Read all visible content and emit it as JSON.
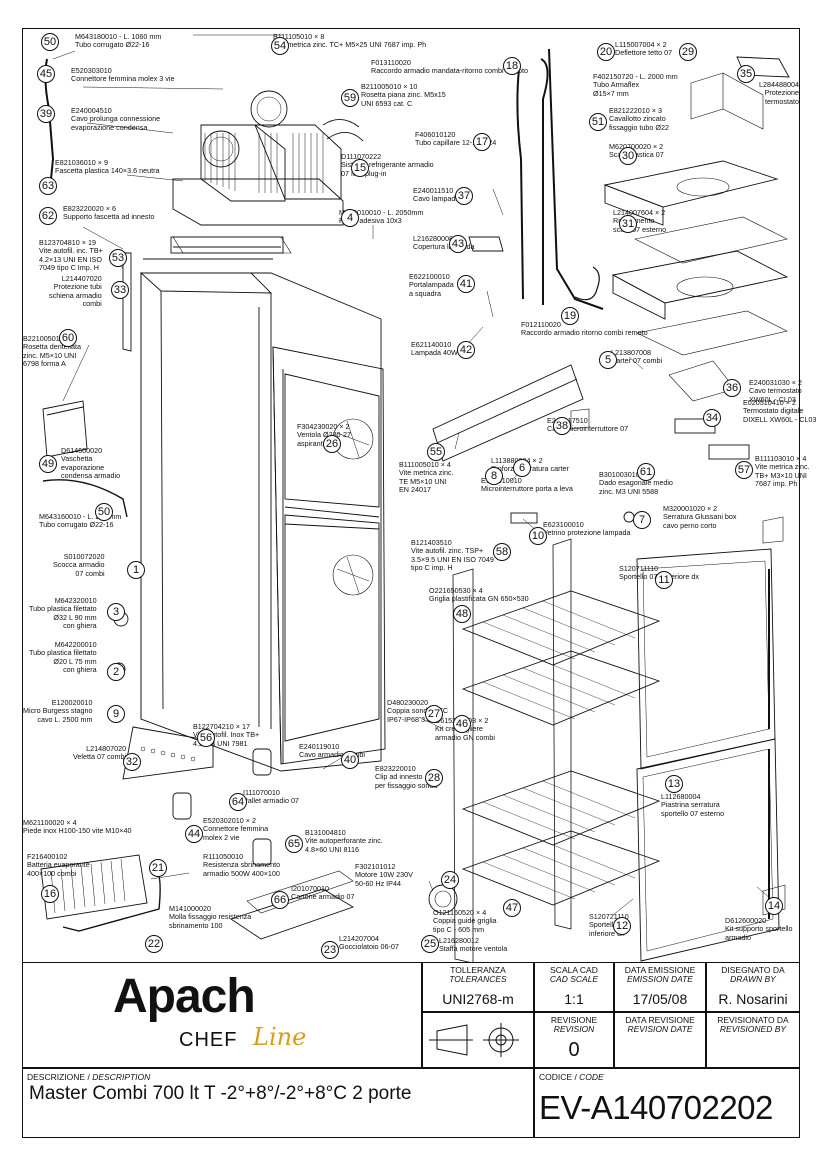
{
  "parts": [
    {
      "n": "50",
      "code": "M643180010 - L. 1060 mm",
      "desc": "Tubo corrugato Ø22-16"
    },
    {
      "n": "45",
      "code": "E520303010",
      "desc": "Connettore femmina molex 3 vie"
    },
    {
      "n": "39",
      "code": "E240004510",
      "desc": "Cavo prolunga connessione\nevaporazione condensa"
    },
    {
      "n": "63",
      "code": "E821036010 × 9",
      "desc": "Fascetta plastica 140×3.6 neutra"
    },
    {
      "n": "62",
      "code": "E823220020 × 6",
      "desc": "Supporto fascetta ad innesto"
    },
    {
      "n": "53",
      "code": "B123704810 × 19",
      "desc": "Vite autofil. inc. TB+\n4.2×13 UNI EN ISO\n7049 tipo C Imp. H"
    },
    {
      "n": "33",
      "code": "L214407020",
      "desc": "Protezione tubi\nschiena armadio\ncombi"
    },
    {
      "n": "60",
      "code": "B221005010 × 2",
      "desc": "Rosetta dentellata\nzinc. M5×10 UNI\n6798 forma A"
    },
    {
      "n": "49",
      "code": "D614600020",
      "desc": "Vaschetta\nevaporazione\ncondensa armadio"
    },
    {
      "n": "50",
      "code": "M643160010 - L. 250 mm",
      "desc": "Tubo corrugato Ø22-16"
    },
    {
      "n": "1",
      "code": "S010072020",
      "desc": "Scocca armadio\n07 combi"
    },
    {
      "n": "3",
      "code": "M642320010",
      "desc": "Tubo plastica filettato\nØ32 L 90 mm\ncon ghiera"
    },
    {
      "n": "2",
      "code": "M642200010",
      "desc": "Tubo plastica filettato\nØ20 L 75 mm\ncon ghiera"
    },
    {
      "n": "9",
      "code": "E120020010",
      "desc": "Micro Burgess stagno\ncavo L. 2500 mm"
    },
    {
      "n": "32",
      "code": "L214807020",
      "desc": "Veletta 07 combi"
    },
    {
      "n": "56",
      "code": "B122704210 × 17",
      "desc": "Vite autofil. Inox TB+\n4.2×13 UNI 7981"
    },
    {
      "n": "64",
      "code": "I111070010",
      "desc": "Pallet armadio 07"
    },
    {
      "n": "44",
      "code": "E520302010 × 2",
      "desc": "Connettore femmina\nmolex 2 vie"
    },
    {
      "n": "65",
      "code": "B131004810",
      "desc": "Vite autoperforante zinc.\n4.8×60 UNI 8116"
    },
    {
      "n": "40",
      "code": "E240119010",
      "desc": "Cavo armadio combi"
    },
    {
      "n": "",
      "code": "M621100020 × 4",
      "desc": "Piede inox H100-150 vite M10×40"
    },
    {
      "n": "21",
      "code": "R111050010",
      "desc": "Resistenza sbrinamento\narmadio 500W 400×100"
    },
    {
      "n": "16",
      "code": "F216400102",
      "desc": "Batteria evaporante\n400×100 combi"
    },
    {
      "n": "66",
      "code": "I201070010",
      "desc": "Cartone armadio 07"
    },
    {
      "n": "22",
      "code": "M141000020",
      "desc": "Molla fissaggio resistenza\nsbrinamento 100"
    },
    {
      "n": "23",
      "code": "L214207004",
      "desc": "Gocciolatoio 06-07"
    },
    {
      "n": "25",
      "code": "L216280012",
      "desc": "Staffa motore ventola"
    },
    {
      "n": "24",
      "code": "F302101012",
      "desc": "Motore 10W 230V\n50-60 Hz IP44"
    },
    {
      "n": "54",
      "code": "B111105010 × 8",
      "desc": "Vite metrica zinc. TC+ M5×25 UNI 7687 imp. Ph"
    },
    {
      "n": "18",
      "code": "F013110020",
      "desc": "Raccordo armadio mandata-ritorno combi remoto"
    },
    {
      "n": "59",
      "code": "B211005010 × 10",
      "desc": "Rosetta piana zinc. M5x15\nUNI 6593 cat. C"
    },
    {
      "n": "17",
      "code": "F406010120",
      "desc": "Tubo capillare 12-10 1.24"
    },
    {
      "n": "15",
      "code": "D111070222",
      "desc": "Sistema refrigerante armadio\n07 MM plug-in"
    },
    {
      "n": "37",
      "code": "E240011510",
      "desc": "Cavo lampada"
    },
    {
      "n": "4",
      "code": "M543010010 - L. 2050mm",
      "desc": "Foam adesiva 10x3"
    },
    {
      "n": "43",
      "code": "L216280008",
      "desc": "Copertura lampada"
    },
    {
      "n": "41",
      "code": "E622100010",
      "desc": "Portalampada\na squadra"
    },
    {
      "n": "42",
      "code": "E621140010",
      "desc": "Lampada 40W"
    },
    {
      "n": "26",
      "code": "F304230020 × 2",
      "desc": "Ventola Ø230-27\naspirante"
    },
    {
      "n": "55",
      "code": "B111005010 × 4",
      "desc": "Vite metrica zinc.\nTE M5×10 UNI\nEN 24017"
    },
    {
      "n": "8",
      "code": "E120010010",
      "desc": "Microinterruttore porta a leva"
    },
    {
      "n": "6",
      "code": "L113880004 × 2",
      "desc": "Rinforzo serratura carter"
    },
    {
      "n": "38",
      "code": "E240017510",
      "desc": "Cavo microinterruttore 07"
    },
    {
      "n": "10",
      "code": "E623100010",
      "desc": "Vetrino protezione lampada"
    },
    {
      "n": "58",
      "code": "B121403510",
      "desc": "Vite autofil. zinc. TSP+\n3.5×9.5 UNI EN ISO 7049\ntipo C imp. H"
    },
    {
      "n": "48",
      "code": "O221650530 × 4",
      "desc": "Griglia plastificata GN 650×530"
    },
    {
      "n": "27",
      "code": "D480230020",
      "desc": "Coppia sonde NTC\nIP67-IP68 3.0 m"
    },
    {
      "n": "46",
      "code": "D615280008 × 2",
      "desc": "Kit cremagliere\narmadio GN combi"
    },
    {
      "n": "28",
      "code": "E823220010",
      "desc": "Clip ad innesto\nper fissaggio sonda"
    },
    {
      "n": "47",
      "code": "O121160520 × 4",
      "desc": "Coppia guide griglia\ntipo C - 605 mm"
    },
    {
      "n": "29",
      "code": "L115007004 × 2",
      "desc": "Deflettore tetto 07"
    },
    {
      "n": "20",
      "code": "F402150720 - L. 2000 mm",
      "desc": "Tubo Armaflex\nØ15×7 mm"
    },
    {
      "n": "35",
      "code": "L284488004",
      "desc": "Protezione\ntermostato"
    },
    {
      "n": "51",
      "code": "E821222010 × 3",
      "desc": "Cavallotto zincato\nfissaggio tubo Ø22"
    },
    {
      "n": "30",
      "code": "M620700020 × 2",
      "desc": "Scafo plastica 07"
    },
    {
      "n": "31",
      "code": "L214007604 × 2",
      "desc": "Rivestimento\nscafo 07 esterno"
    },
    {
      "n": "19",
      "code": "F012110020",
      "desc": "Raccordo armadio ritorno combi remoto"
    },
    {
      "n": "5",
      "code": "L213807008",
      "desc": "Carter 07 combi"
    },
    {
      "n": "36",
      "code": "E240031030 × 2",
      "desc": "Cavo termostato\nXW60L - CL03"
    },
    {
      "n": "34",
      "code": "E020510410 × 2",
      "desc": "Termostato digitale\nDIXELL XW60L - CL03"
    },
    {
      "n": "57",
      "code": "B111103010 × 4",
      "desc": "Vite metrica zinc.\nTB+ M3×10 UNI\n7687 imp. Ph"
    },
    {
      "n": "61",
      "code": "B301003010 × 4",
      "desc": "Dado esagonale medio\nzinc. M3 UNI 5588"
    },
    {
      "n": "7",
      "code": "M320001020 × 2",
      "desc": "Serratura Glussani box\ncavo perno corto"
    },
    {
      "n": "11",
      "code": "S120711110",
      "desc": "Sportello 07 superiore dx"
    },
    {
      "n": "13",
      "code": "L112680004",
      "desc": "Piastrina serratura\nsportello 07 esterno"
    },
    {
      "n": "12",
      "code": "S120721110",
      "desc": "Sportello 07\ninferiore dx"
    },
    {
      "n": "14",
      "code": "D612600020",
      "desc": "Kit supporto sportello\narmadio"
    }
  ],
  "title_block": {
    "tolerances_label": "TOLLERANZA",
    "tolerances_label_en": "TOLERANCES",
    "tolerances_value": "UNI2768-m",
    "scale_label": "SCALA CAD",
    "scale_label_en": "CAD SCALE",
    "scale_value": "1:1",
    "issue_date_label": "DATA EMISSIONE",
    "issue_date_label_en": "EMISSION DATE",
    "issue_date_value": "17/05/08",
    "drawn_by_label": "DISEGNATO DA",
    "drawn_by_label_en": "DRAWN BY",
    "drawn_by_value": "R. Nosarini",
    "revision_label": "REVISIONE",
    "revision_label_en": "REVISION",
    "revision_value": "0",
    "revision_date_label": "DATA REVISIONE",
    "revision_date_label_en": "REVISION DATE",
    "revision_date_value": "",
    "revisioned_by_label": "REVISIONATO DA",
    "revisioned_by_label_en": "REVISIONED BY",
    "revisioned_by_value": "",
    "description_label": "DESCRIZIONE",
    "description_label_en": "DESCRIPTION",
    "description_value": "Master Combi 700 lt T -2°+8°/-2°+8°C 2 porte",
    "code_label": "CODICE",
    "code_label_en": "CODE",
    "code_value": "EV-A140702202",
    "brand_name": "Apach",
    "brand_sub": "CHEF",
    "brand_script": "Line",
    "brand_color": "#d4a017"
  }
}
